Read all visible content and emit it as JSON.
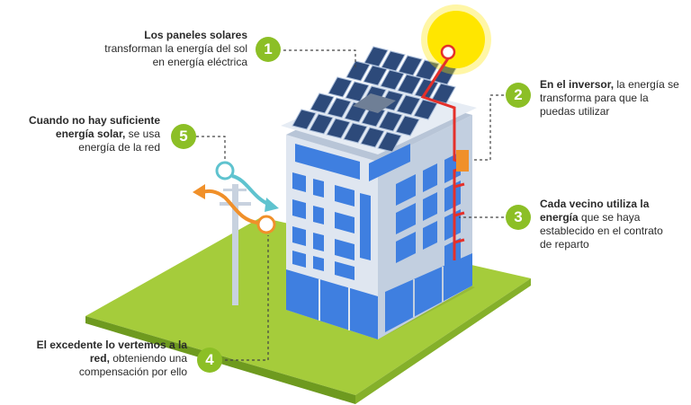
{
  "steps": [
    {
      "number": "1",
      "bold": "Los paneles solares",
      "rest": "transforman la energía del sol en energía eléctrica"
    },
    {
      "number": "2",
      "bold": "En el inversor,",
      "rest": "la energía se transforma para que la puedas utilizar"
    },
    {
      "number": "3",
      "bold": "Cada vecino utiliza la energía",
      "rest": "que se haya establecido en el contrato de reparto"
    },
    {
      "number": "4",
      "bold": "El excedente lo vertemos a la red,",
      "rest": "obteniendo una compensación por ello"
    },
    {
      "number": "5",
      "bold": "Cuando no hay suficiente energía solar,",
      "rest": "se usa energía de la red"
    }
  ],
  "colors": {
    "badge": "#8cbf26",
    "grass": "#a5cc3b",
    "building": "#c7d3e3",
    "window": "#3f7fe0",
    "solar_panel": "#2d4a7a",
    "sun": "#ffe600",
    "inverter_wire": "#e5302a",
    "inverter_box": "#f0902a",
    "grid_in_arrow": "#5fc3cf",
    "grid_out_arrow": "#f0902a"
  }
}
